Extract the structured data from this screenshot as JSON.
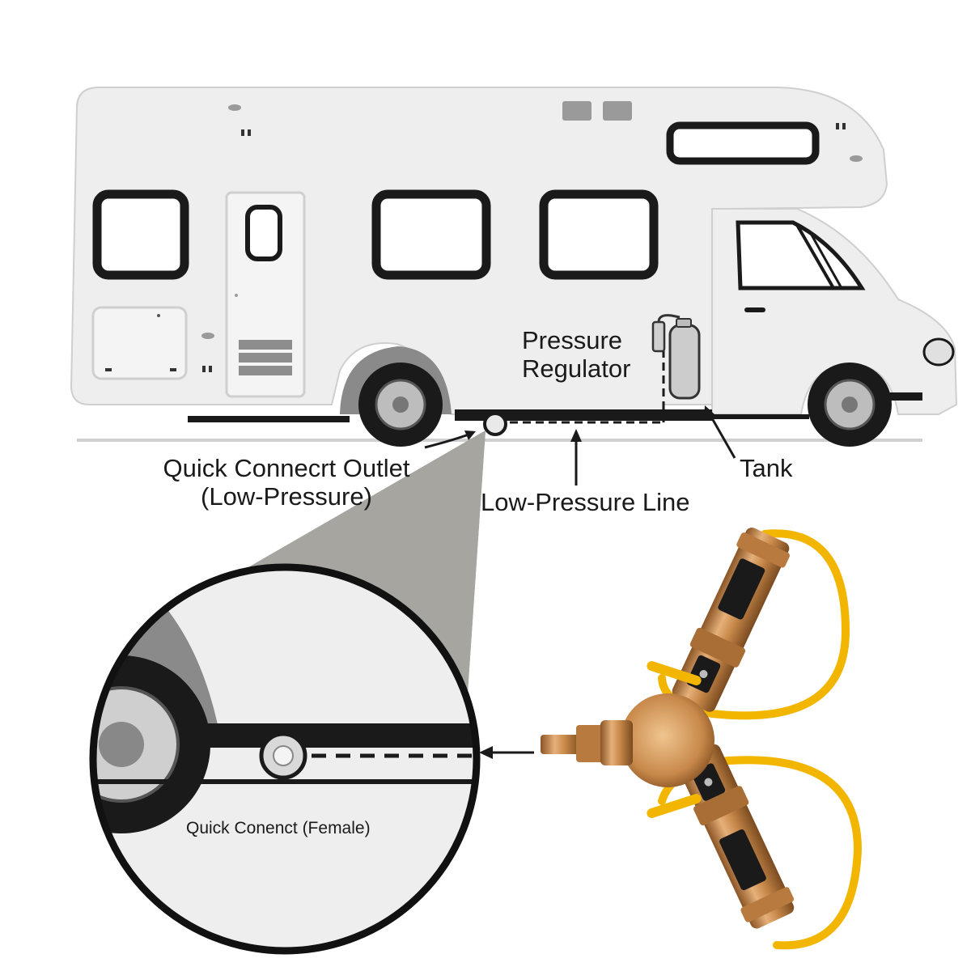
{
  "labels": {
    "pressure_regulator_line1": "Pressure",
    "pressure_regulator_line2": "Regulator",
    "tank": "Tank",
    "quick_connect_outlet_line1": "Quick Connecrt Outlet",
    "quick_connect_outlet_line2": "(Low-Pressure)",
    "low_pressure_line": "Low-Pressure Line",
    "quick_connect_female": "Quick Conenct (Female)"
  },
  "icons": {
    "rv": "rv-motorhome-icon",
    "tank": "propane-tank-icon",
    "fitting": "brass-y-splitter-icon",
    "arrow": "arrow-left-icon"
  },
  "colors": {
    "body": "#eeeeee",
    "outline": "#1a1a1a",
    "wheel_arch": "#8a8a8a",
    "zoom_cone": "#a6a59f",
    "brass": "#c8894a",
    "brass_light": "#e6b07a",
    "yellow_loop": "#f2b600"
  }
}
